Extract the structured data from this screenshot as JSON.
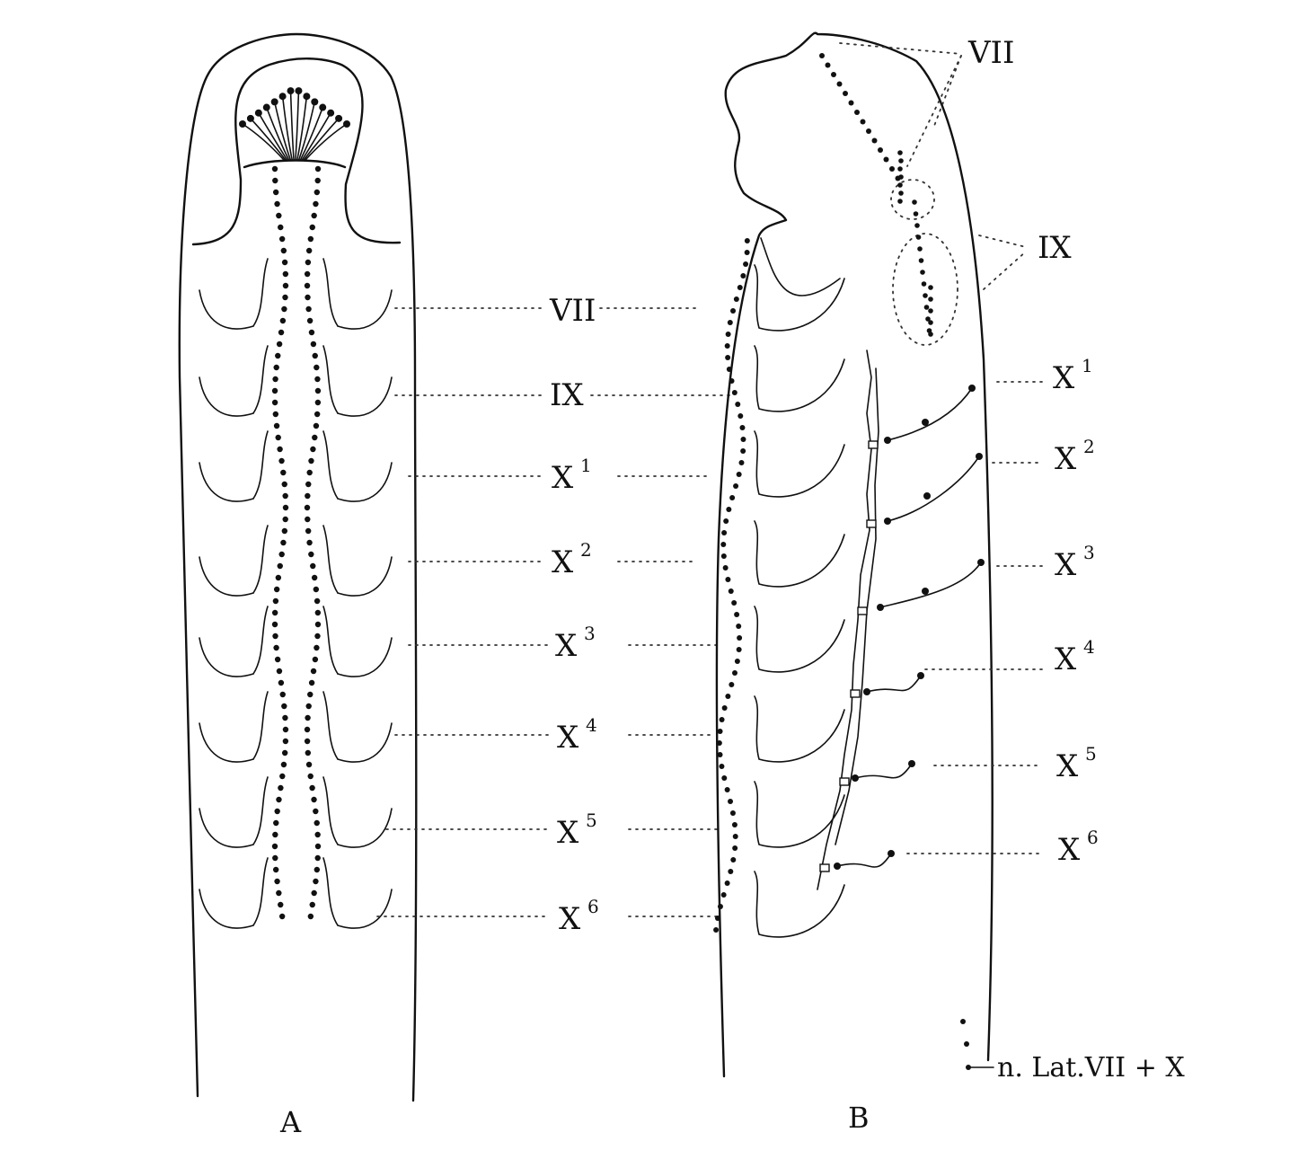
{
  "panels": {
    "left": "A",
    "right": "B"
  },
  "labels_a": [
    {
      "main": "VII",
      "sup": ""
    },
    {
      "main": "IX",
      "sup": ""
    },
    {
      "main": "X",
      "sup": "1"
    },
    {
      "main": "X",
      "sup": "2"
    },
    {
      "main": "X",
      "sup": "3"
    },
    {
      "main": "X",
      "sup": "4"
    },
    {
      "main": "X",
      "sup": "5"
    },
    {
      "main": "X",
      "sup": "6"
    }
  ],
  "labels_b": [
    {
      "main": "VII",
      "sup": ""
    },
    {
      "main": "IX",
      "sup": ""
    },
    {
      "main": "X",
      "sup": "1"
    },
    {
      "main": "X",
      "sup": "2"
    },
    {
      "main": "X",
      "sup": "3"
    },
    {
      "main": "X",
      "sup": "4"
    },
    {
      "main": "X",
      "sup": "5"
    },
    {
      "main": "X",
      "sup": "6"
    }
  ],
  "lateral_label": "n. Lat.VII + X"
}
